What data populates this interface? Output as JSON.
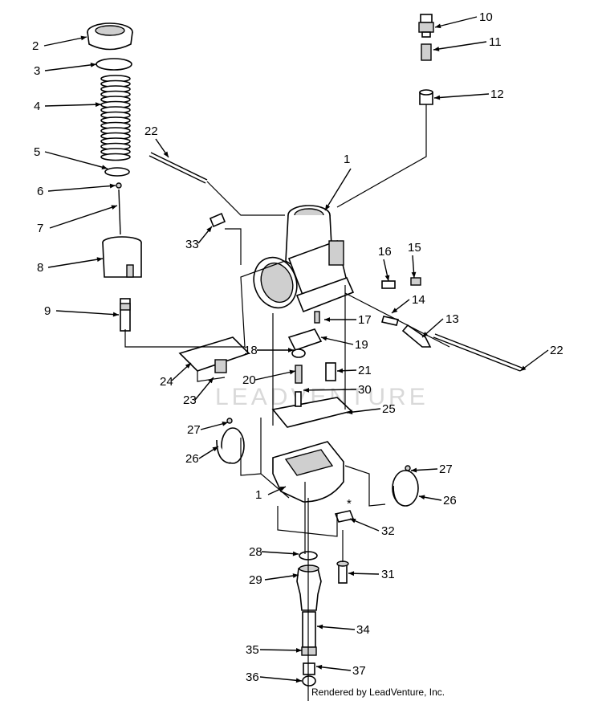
{
  "diagram": {
    "callouts": [
      "1",
      "2",
      "3",
      "4",
      "5",
      "6",
      "7",
      "8",
      "9",
      "10",
      "11",
      "12",
      "13",
      "14",
      "15",
      "16",
      "17",
      "18",
      "19",
      "20",
      "21",
      "22",
      "22",
      "23",
      "24",
      "25",
      "26",
      "26",
      "27",
      "27",
      "28",
      "29",
      "30",
      "31",
      "32",
      "33",
      "34",
      "35",
      "36",
      "37",
      "1"
    ],
    "asterisk": "*",
    "watermark": "LEADVENTURE",
    "credit": "Rendered by LeadVenture, Inc."
  }
}
